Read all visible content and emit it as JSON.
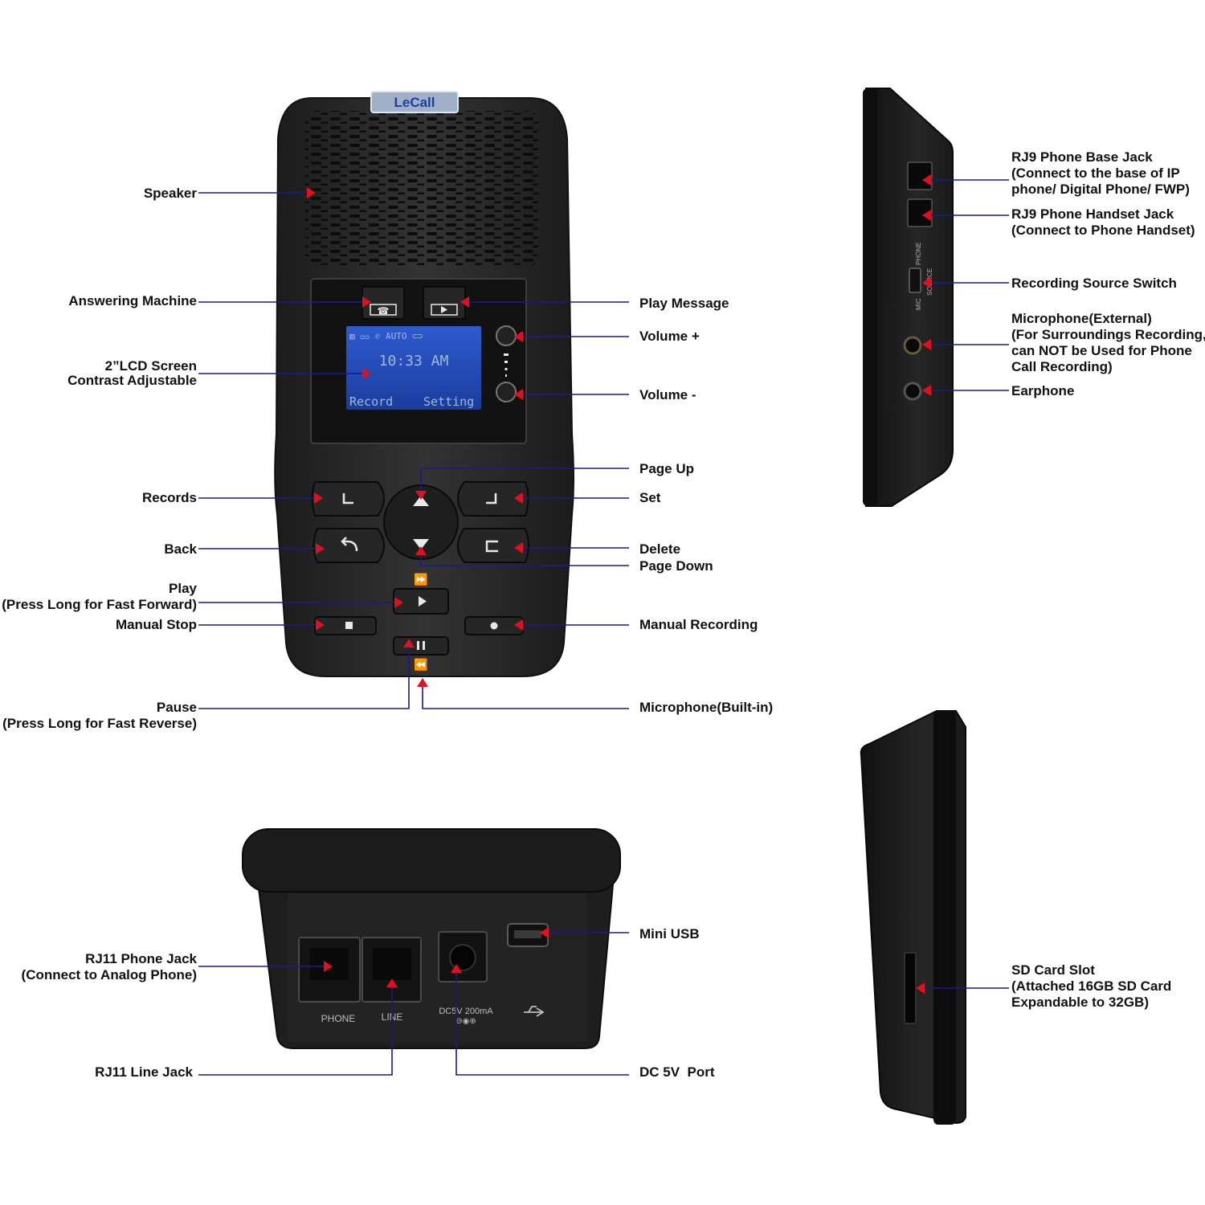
{
  "brand": {
    "logo_text": "LeCall"
  },
  "lcd": {
    "status_icons": "▥ ᴑᴑ ✆ AUTO ⊂⊃",
    "time": "10:33 AM",
    "softkey_left": "Record",
    "softkey_right": "Setting"
  },
  "bottom_panel": {
    "phone_port": "PHONE",
    "line_port": "LINE",
    "dc_port": "DC5V 200mA",
    "dc_polarity": "⊖◉⊕",
    "usb_symbol": "usb"
  },
  "side_panel": {
    "switch_top": "PHONE",
    "switch_mid": "SOURCE",
    "switch_bottom": "MIC"
  },
  "labels": {
    "speaker": "Speaker",
    "answering_machine": "Answering Machine",
    "lcd_screen_1": "2”LCD Screen",
    "lcd_screen_2": "Contrast Adjustable",
    "records": "Records",
    "back": "Back",
    "play_1": "Play",
    "play_2": "(Press Long for Fast Forward)",
    "manual_stop": "Manual Stop",
    "pause_1": "Pause",
    "pause_2": "(Press Long for Fast Reverse)",
    "play_message": "Play Message",
    "volume_up": "Volume +",
    "volume_down": "Volume -",
    "page_up": "Page Up",
    "set": "Set",
    "delete": "Delete",
    "page_down": "Page Down",
    "manual_recording": "Manual Recording",
    "microphone_builtin": "Microphone(Built-in)",
    "rj9_base_1": "RJ9 Phone Base Jack",
    "rj9_base_2": "(Connect to the base of IP",
    "rj9_base_3": "phone/ Digital Phone/ FWP)",
    "rj9_handset_1": "RJ9 Phone Handset Jack",
    "rj9_handset_2": "(Connect to Phone Handset)",
    "recording_source_switch": "Recording Source Switch",
    "mic_external_1": "Microphone(External)",
    "mic_external_2": "(For Surroundings Recording,",
    "mic_external_3": "can NOT be Used for Phone",
    "mic_external_4": "Call Recording)",
    "earphone": "Earphone",
    "rj11_phone_1": "RJ11 Phone Jack",
    "rj11_phone_2": "(Connect to Analog Phone)",
    "rj11_line": "RJ11 Line Jack",
    "mini_usb": "Mini USB",
    "dc_port": "DC 5V  Port",
    "sd_slot_1": "SD Card Slot",
    "sd_slot_2": "(Attached 16GB SD Card",
    "sd_slot_3": "Expandable to 32GB)"
  },
  "colors": {
    "device_body": "#2b2b2b",
    "leader_line": "#1a1a8c",
    "arrow": "#e0101e",
    "lcd_background": "#1f45b8"
  }
}
